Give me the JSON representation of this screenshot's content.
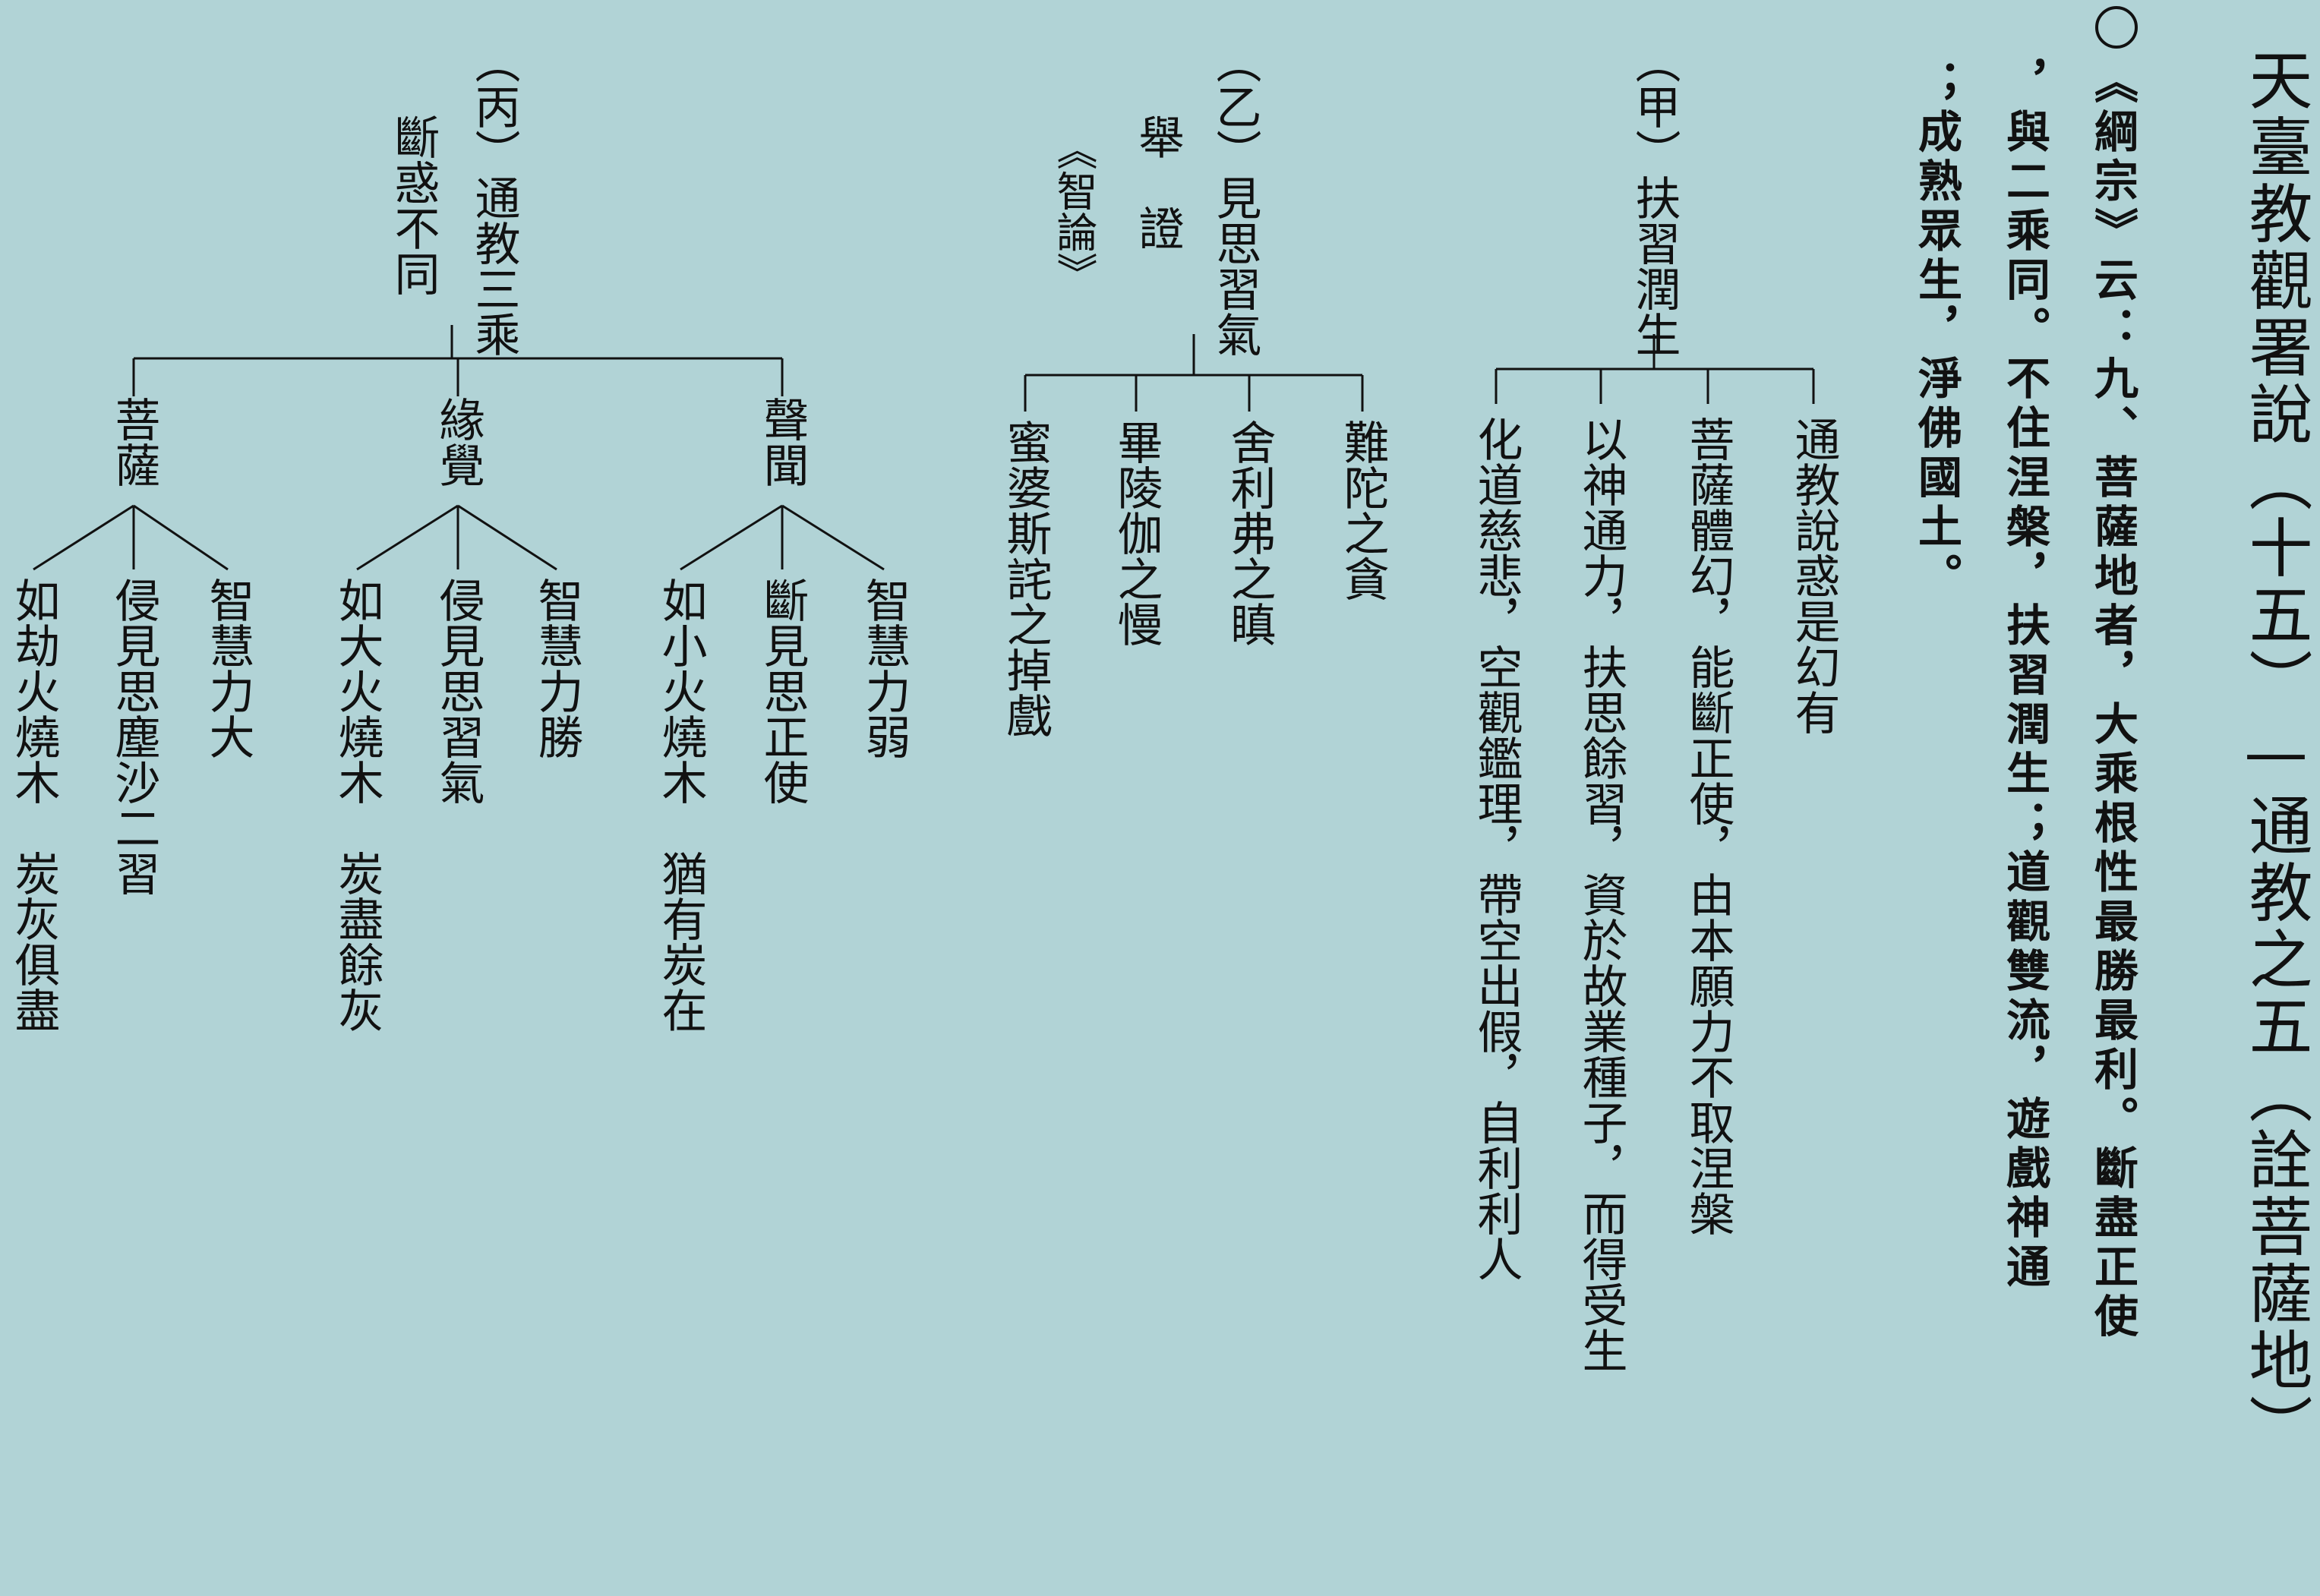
{
  "title": "天臺教觀署說（十五）—通教之五（詮菩薩地）",
  "quote": {
    "lines": [
      "《綱宗》云：九、菩薩地者，大乘根性最勝最利。斷盡正使",
      "，與二乘同。不住涅槃，扶習潤生；道觀雙流，遊戲神通",
      "；成熟眾生，淨佛國土。"
    ]
  },
  "section_a": {
    "heading": "（甲）扶習潤生",
    "items": [
      "通教說惑是幻有",
      "菩薩體幻，能斷正使，由本願力不取涅槃",
      "以神通力，扶思餘習，資於故業種子，而得受生",
      "化道慈悲，空觀鑑理，帶空出假，自利利人"
    ]
  },
  "section_b": {
    "heading": "（乙）見思習氣",
    "subheading": "舉　證",
    "source": "《智論》",
    "items": [
      "難陀之貪",
      "舍利弗之瞋",
      "畢陵伽之慢",
      "蜜婆斯詫之掉戲"
    ]
  },
  "section_c": {
    "heading": "（丙）通教三乘",
    "subheading": "斷惑不同",
    "groups": [
      {
        "name": "聲聞",
        "items": [
          "智慧力弱",
          "斷見思正使",
          "如小火燒木　猶有炭在"
        ]
      },
      {
        "name": "緣覺",
        "items": [
          "智慧力勝",
          "侵見思習氣",
          "如大火燒木　炭盡餘灰"
        ]
      },
      {
        "name": "菩薩",
        "items": [
          "智慧力大",
          "侵見思塵沙二習",
          "如劫火燒木　炭灰俱盡"
        ]
      }
    ]
  }
}
